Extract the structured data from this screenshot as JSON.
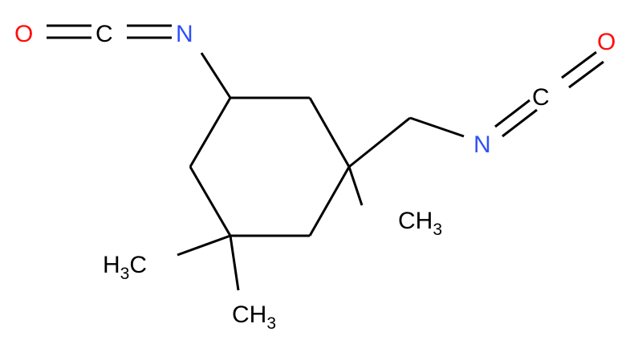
{
  "colors": {
    "bond": "#000000",
    "nitrogen": "#3050f8",
    "oxygen": "#ff0d0d",
    "carbon": "#000000"
  },
  "atoms": {
    "o_left": "O",
    "c_left": "C",
    "n_left": "N",
    "o_right": "O",
    "c_right": "C",
    "n_right": "N",
    "ch3_right": {
      "main": "CH",
      "sub": "3"
    },
    "h3c_left": {
      "h": "H",
      "sub": "3",
      "c": "C"
    },
    "ch3_bottom": {
      "main": "CH",
      "sub": "3"
    }
  }
}
